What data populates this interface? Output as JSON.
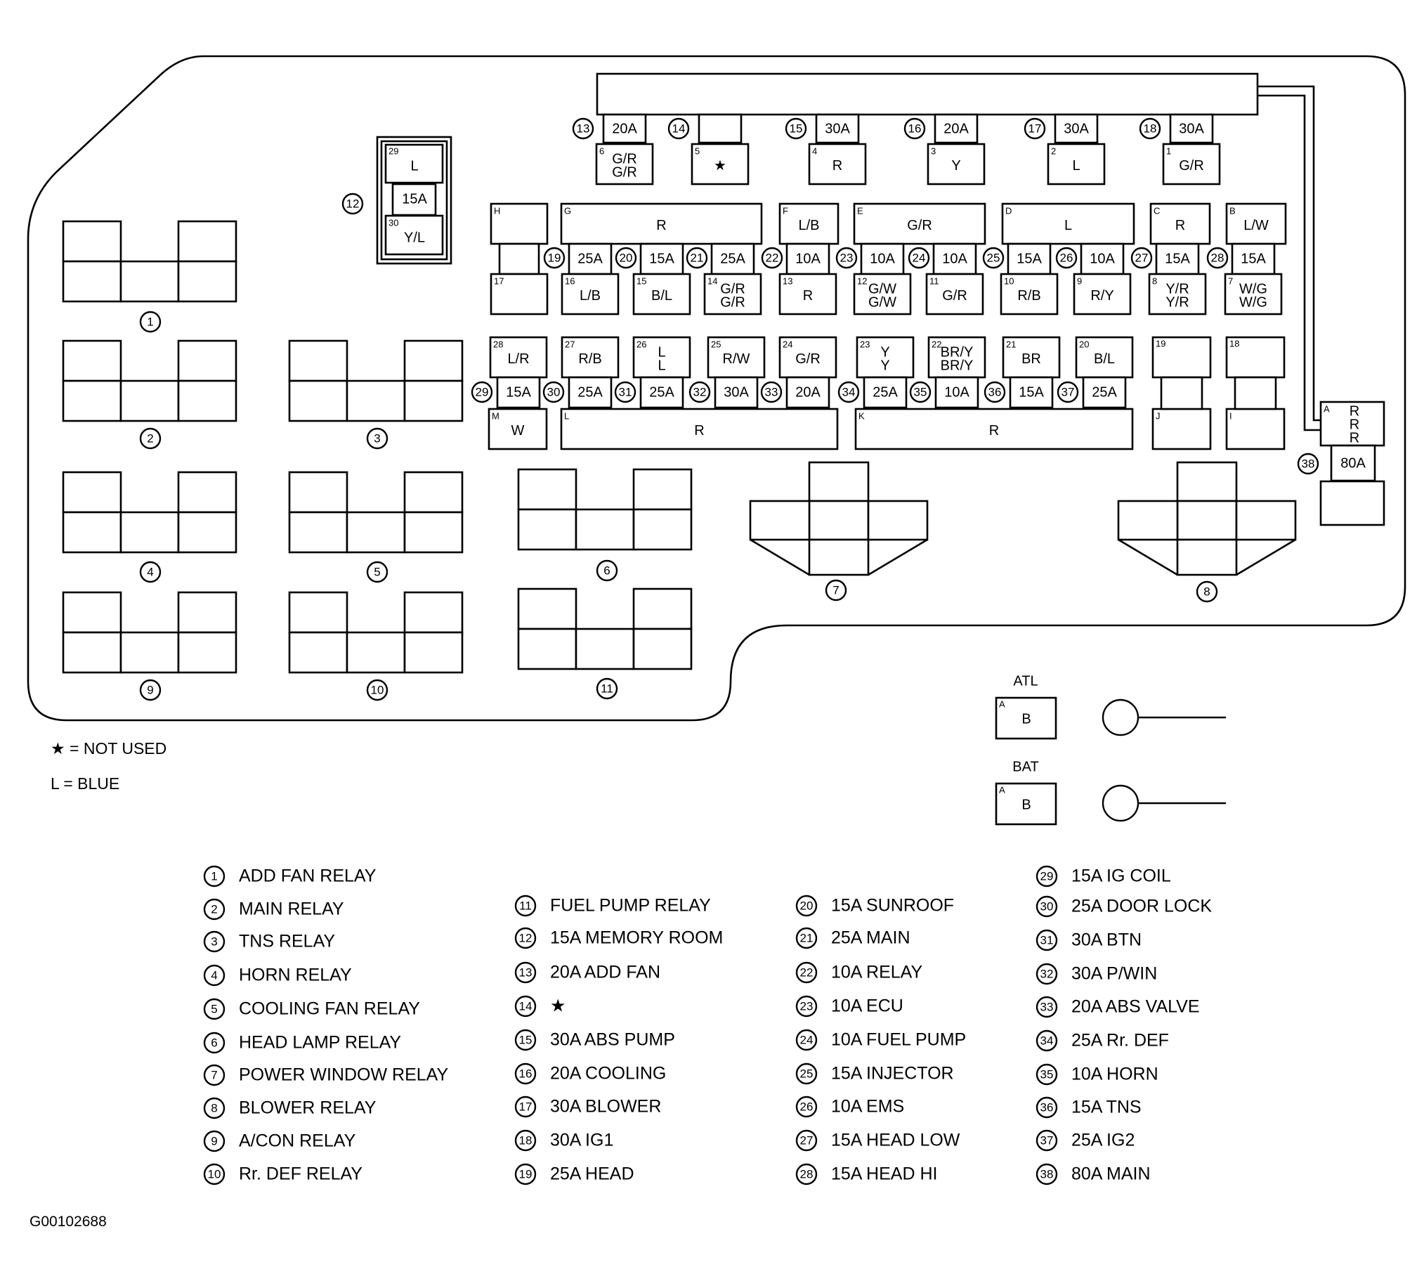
{
  "notes": {
    "star": "★ = NOT USED",
    "blue": "L = BLUE"
  },
  "image_code": "G00102688",
  "terminals": {
    "atl_label": "ATL",
    "bat_label": "BAT",
    "pin": "A",
    "wire": "B"
  },
  "top_fuses": [
    {
      "num": "13",
      "amp": "20A",
      "pin": "6",
      "wire": "G/R\nG/R"
    },
    {
      "num": "14",
      "amp": "",
      "pin": "5",
      "wire": "★"
    },
    {
      "num": "15",
      "amp": "30A",
      "pin": "4",
      "wire": "R"
    },
    {
      "num": "16",
      "amp": "20A",
      "pin": "3",
      "wire": "Y"
    },
    {
      "num": "17",
      "amp": "30A",
      "pin": "2",
      "wire": "L"
    },
    {
      "num": "18",
      "amp": "30A",
      "pin": "1",
      "wire": "G/R"
    }
  ],
  "fuse12": {
    "num": "12",
    "amp": "15A",
    "pin_top": "29",
    "wire_top": "L",
    "pin_bot": "30",
    "wire_bot": "Y/L"
  },
  "upper_row": {
    "top_connectors": [
      {
        "pin": "H",
        "wire": ""
      },
      {
        "pin": "G",
        "wire": "R"
      },
      {
        "pin": "F",
        "wire": "L/B"
      },
      {
        "pin": "E",
        "wire": "G/R"
      },
      {
        "pin": "D",
        "wire": "L"
      },
      {
        "pin": "C",
        "wire": "R"
      },
      {
        "pin": "B",
        "wire": "L/W"
      }
    ],
    "fuses": [
      {
        "num": "19",
        "amp": "25A",
        "pin": "16",
        "wire": "L/B"
      },
      {
        "num": "20",
        "amp": "15A",
        "pin": "15",
        "wire": "B/L"
      },
      {
        "num": "21",
        "amp": "25A",
        "pin": "14",
        "wire": "G/R\nG/R"
      },
      {
        "num": "22",
        "amp": "10A",
        "pin": "13",
        "wire": "R"
      },
      {
        "num": "23",
        "amp": "10A",
        "pin": "12",
        "wire": "G/W\nG/W"
      },
      {
        "num": "24",
        "amp": "10A",
        "pin": "11",
        "wire": "G/R"
      },
      {
        "num": "25",
        "amp": "15A",
        "pin": "10",
        "wire": "R/B"
      },
      {
        "num": "26",
        "amp": "10A",
        "pin": "9",
        "wire": "R/Y"
      },
      {
        "num": "27",
        "amp": "15A",
        "pin": "8",
        "wire": "Y/R\nY/R"
      },
      {
        "num": "28",
        "amp": "15A",
        "pin": "7",
        "wire": "W/G\nW/G"
      }
    ],
    "h_bottom_pin": "17"
  },
  "lower_row": {
    "fuses": [
      {
        "num": "29",
        "amp": "15A",
        "pin": "28",
        "wire": "L/R"
      },
      {
        "num": "30",
        "amp": "25A",
        "pin": "27",
        "wire": "R/B"
      },
      {
        "num": "31",
        "amp": "25A",
        "pin": "26",
        "wire": "L\nL"
      },
      {
        "num": "32",
        "amp": "30A",
        "pin": "25",
        "wire": "R/W"
      },
      {
        "num": "33",
        "amp": "20A",
        "pin": "24",
        "wire": "G/R"
      },
      {
        "num": "34",
        "amp": "25A",
        "pin": "23",
        "wire": "Y\nY"
      },
      {
        "num": "35",
        "amp": "10A",
        "pin": "22",
        "wire": "BR/Y\nBR/Y"
      },
      {
        "num": "36",
        "amp": "15A",
        "pin": "21",
        "wire": "BR"
      },
      {
        "num": "37",
        "amp": "25A",
        "pin": "20",
        "wire": "B/L"
      }
    ],
    "bottom_connectors": [
      {
        "pin": "M",
        "wire": "W"
      },
      {
        "pin": "L",
        "wire": "R"
      },
      {
        "pin": "K",
        "wire": "R"
      },
      {
        "pin": "J",
        "wire": ""
      },
      {
        "pin": "I",
        "wire": ""
      }
    ],
    "spare_pins": [
      "19",
      "18"
    ]
  },
  "main_fuse": {
    "num": "38",
    "amp": "80A",
    "pin": "A",
    "wire": "R\nR\nR"
  },
  "relay_numbers": [
    "1",
    "2",
    "3",
    "4",
    "5",
    "6",
    "7",
    "8",
    "9",
    "10",
    "11"
  ],
  "legend": [
    [
      {
        "num": "1",
        "text": "ADD FAN RELAY"
      },
      {
        "num": "2",
        "text": "MAIN RELAY"
      },
      {
        "num": "3",
        "text": "TNS RELAY"
      },
      {
        "num": "4",
        "text": "HORN RELAY"
      },
      {
        "num": "5",
        "text": "COOLING FAN RELAY"
      },
      {
        "num": "6",
        "text": "HEAD LAMP RELAY"
      },
      {
        "num": "7",
        "text": "POWER WINDOW RELAY"
      },
      {
        "num": "8",
        "text": "BLOWER RELAY"
      },
      {
        "num": "9",
        "text": "A/CON RELAY"
      },
      {
        "num": "10",
        "text": "Rr. DEF RELAY"
      }
    ],
    [
      {
        "num": "11",
        "text": "FUEL PUMP RELAY"
      },
      {
        "num": "12",
        "text": "15A MEMORY ROOM"
      },
      {
        "num": "13",
        "text": "20A ADD FAN"
      },
      {
        "num": "14",
        "text": "★"
      },
      {
        "num": "15",
        "text": "30A ABS PUMP"
      },
      {
        "num": "16",
        "text": "20A COOLING"
      },
      {
        "num": "17",
        "text": "30A BLOWER"
      },
      {
        "num": "18",
        "text": "30A IG1"
      },
      {
        "num": "19",
        "text": "25A HEAD"
      }
    ],
    [
      {
        "num": "20",
        "text": "15A SUNROOF"
      },
      {
        "num": "21",
        "text": "25A MAIN"
      },
      {
        "num": "22",
        "text": "10A RELAY"
      },
      {
        "num": "23",
        "text": "10A ECU"
      },
      {
        "num": "24",
        "text": "10A FUEL PUMP"
      },
      {
        "num": "25",
        "text": "15A INJECTOR"
      },
      {
        "num": "26",
        "text": "10A EMS"
      },
      {
        "num": "27",
        "text": "15A HEAD LOW"
      },
      {
        "num": "28",
        "text": "15A HEAD HI"
      }
    ],
    [
      {
        "num": "29",
        "text": "15A IG COIL"
      },
      {
        "num": "30",
        "text": "25A DOOR LOCK"
      },
      {
        "num": "31",
        "text": "30A BTN"
      },
      {
        "num": "32",
        "text": "30A P/WIN"
      },
      {
        "num": "33",
        "text": "20A ABS VALVE"
      },
      {
        "num": "34",
        "text": "25A Rr. DEF"
      },
      {
        "num": "35",
        "text": "10A HORN"
      },
      {
        "num": "36",
        "text": "15A TNS"
      },
      {
        "num": "37",
        "text": "25A IG2"
      },
      {
        "num": "38",
        "text": "80A MAIN"
      }
    ]
  ]
}
